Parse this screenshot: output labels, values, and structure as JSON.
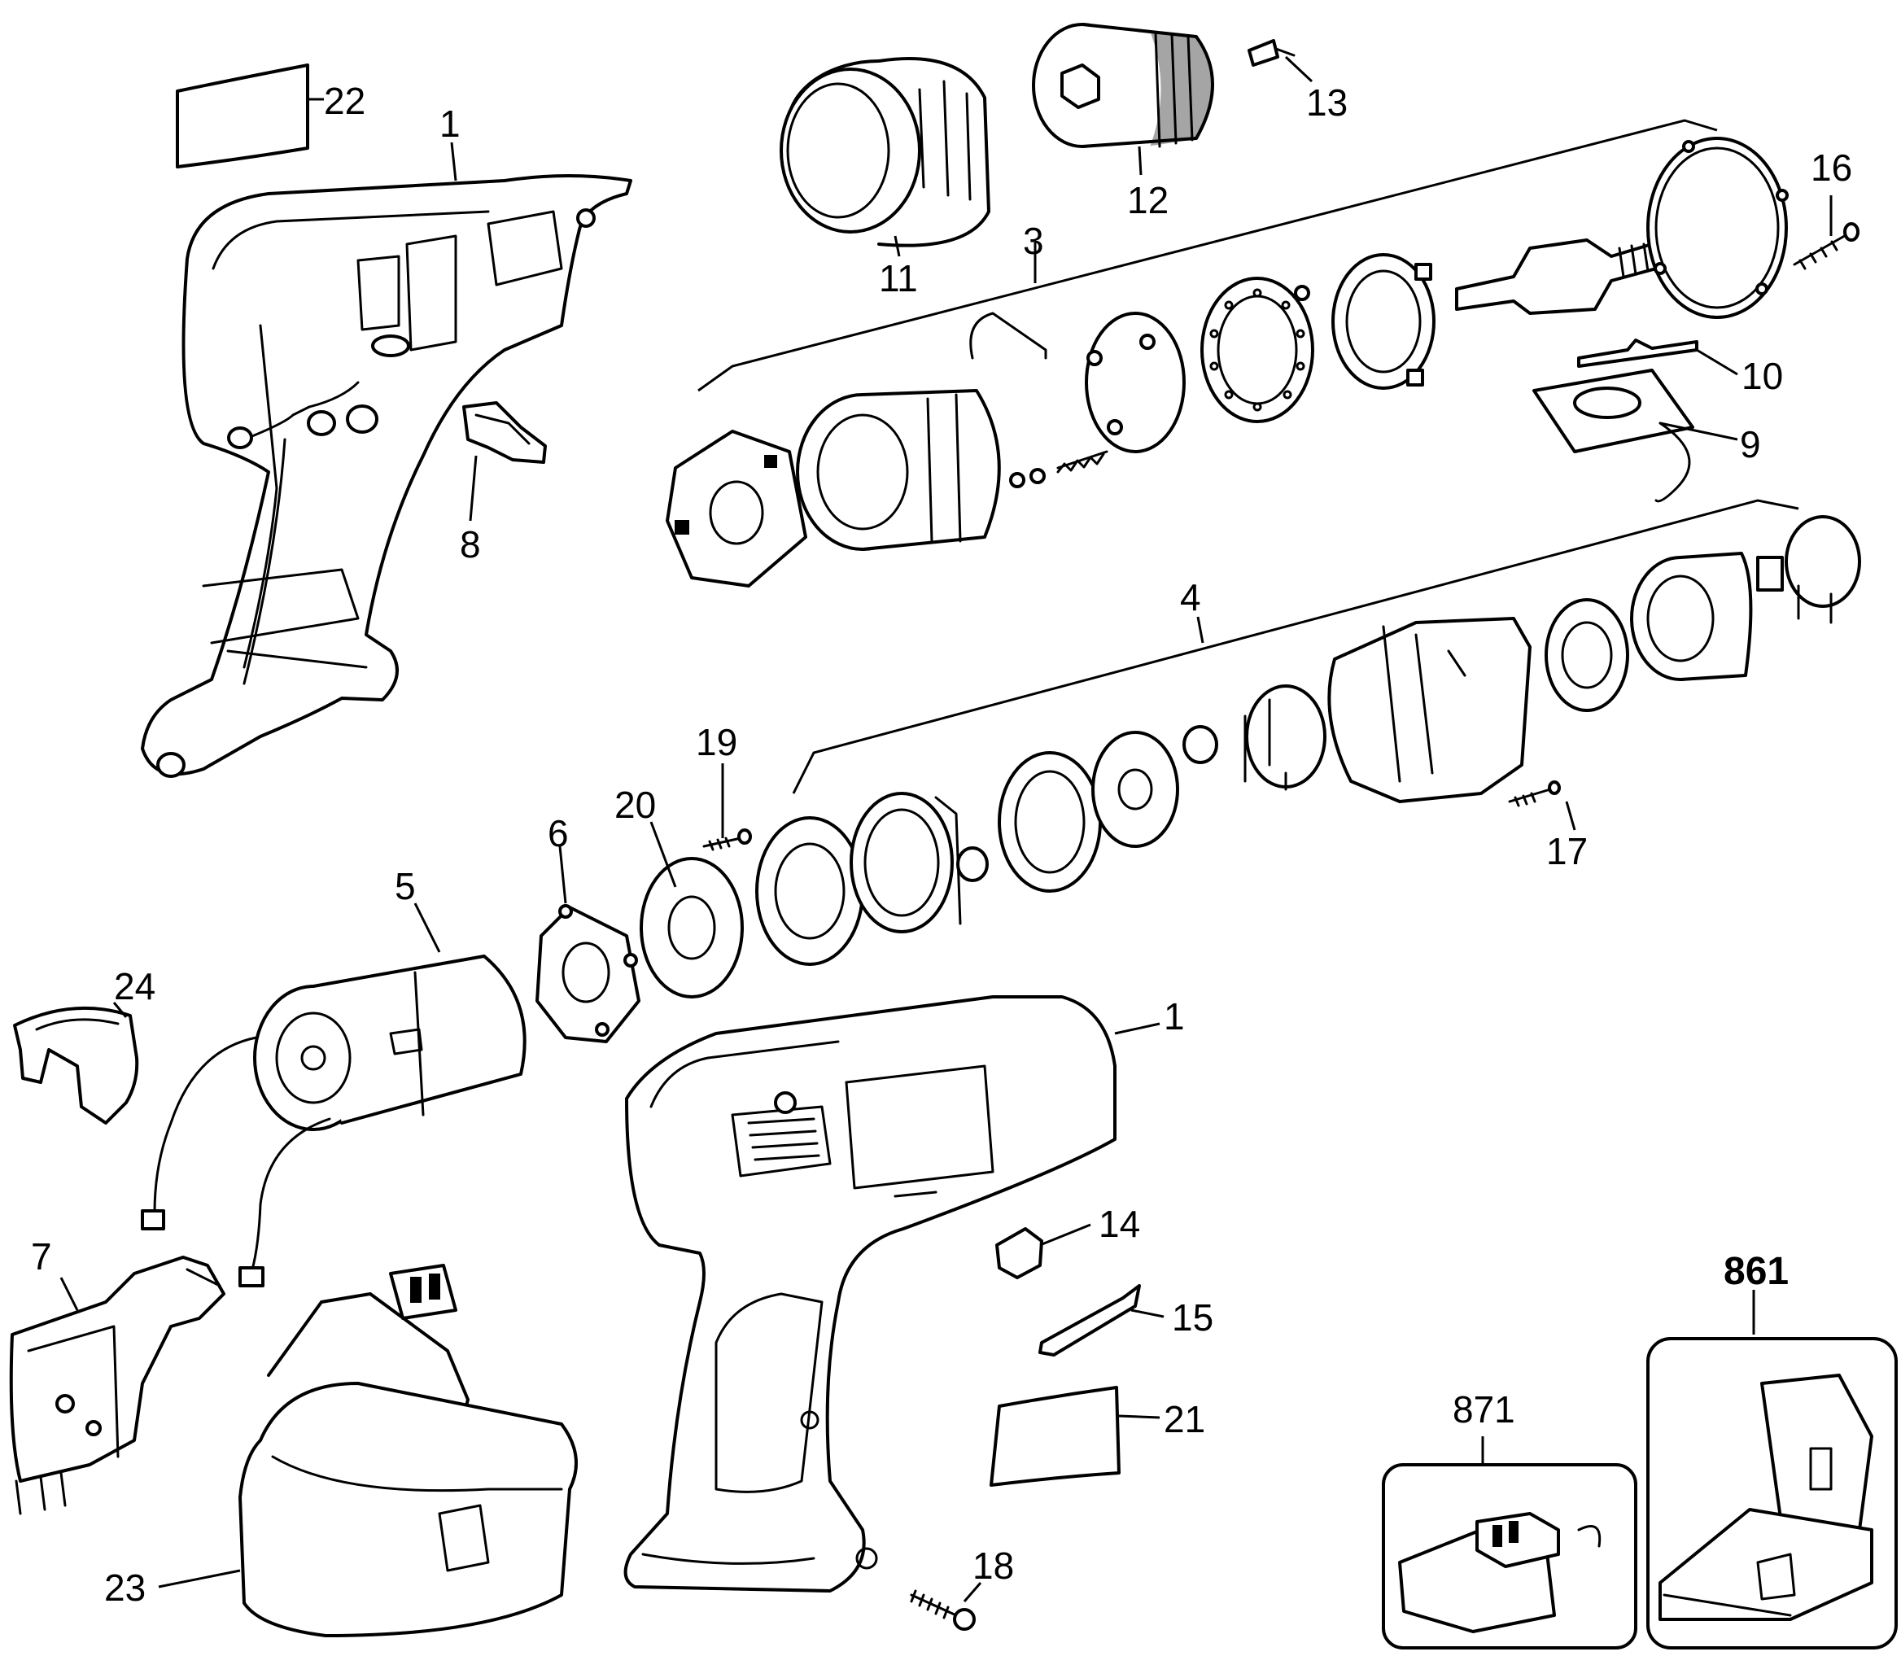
{
  "callouts": {
    "c1_top": "1",
    "c1_bottom": "1",
    "c3": "3",
    "c4": "4",
    "c5": "5",
    "c6": "6",
    "c7": "7",
    "c8": "8",
    "c9": "9",
    "c10": "10",
    "c11": "11",
    "c12": "12",
    "c13": "13",
    "c14": "14",
    "c15": "15",
    "c16": "16",
    "c17": "17",
    "c18": "18",
    "c19": "19",
    "c20": "20",
    "c21": "21",
    "c22": "22",
    "c23": "23",
    "c24": "24",
    "c871": "871",
    "c861": "861"
  }
}
